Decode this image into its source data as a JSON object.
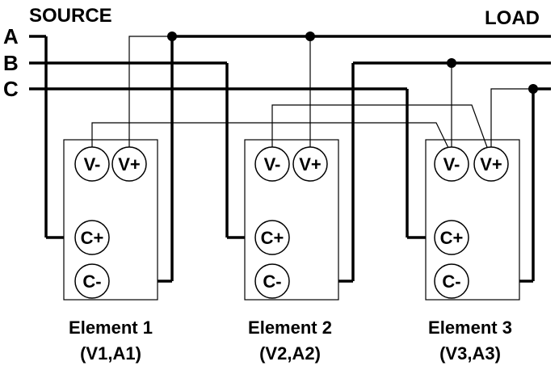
{
  "header": {
    "source_label": "SOURCE",
    "load_label": "LOAD"
  },
  "phases": [
    {
      "label": "A"
    },
    {
      "label": "B"
    },
    {
      "label": "C"
    }
  ],
  "elements": [
    {
      "name": "Element 1",
      "sub": "(V1,A1)",
      "terminals": {
        "v_minus": "V-",
        "v_plus": "V+",
        "c_plus": "C+",
        "c_minus": "C-"
      }
    },
    {
      "name": "Element 2",
      "sub": "(V2,A2)",
      "terminals": {
        "v_minus": "V-",
        "v_plus": "V+",
        "c_plus": "C+",
        "c_minus": "C-"
      }
    },
    {
      "name": "Element 3",
      "sub": "(V3,A3)",
      "terminals": {
        "v_minus": "V-",
        "v_plus": "V+",
        "c_plus": "C+",
        "c_minus": "C-"
      }
    }
  ]
}
